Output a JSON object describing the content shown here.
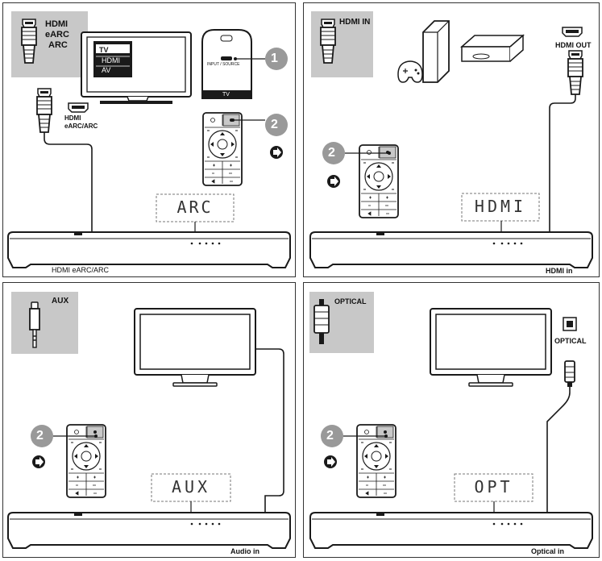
{
  "panel_hdmi_earc": {
    "title_line1": "HDMI",
    "title_line2": "eARC",
    "title_line3": "ARC",
    "tv_menu": [
      "TV",
      "HDMI",
      "AV"
    ],
    "remote_button_label": "INPUT / SOURCE",
    "remote_footer": "TV",
    "port_label_line1": "HDMI",
    "port_label_line2": "eARC/ARC",
    "step1": "1",
    "step2": "2",
    "display_text": "ARC",
    "caption": "HDMI  eARC/ARC"
  },
  "panel_hdmi_in": {
    "title": "HDMI IN",
    "source_label": "HDMI OUT",
    "step2": "2",
    "display_text": "HDMI",
    "caption": "HDMI in"
  },
  "panel_aux": {
    "title": "AUX",
    "step2": "2",
    "display_text": "AUX",
    "caption": "Audio in"
  },
  "panel_optical": {
    "title": "OPTICAL",
    "port_label": "OPTICAL",
    "step2": "2",
    "display_text": "OPT",
    "caption": "Optical in"
  },
  "colors": {
    "grey_box": "#c8c8c8",
    "step_circle": "#999999",
    "line": "#1a1a1a"
  }
}
